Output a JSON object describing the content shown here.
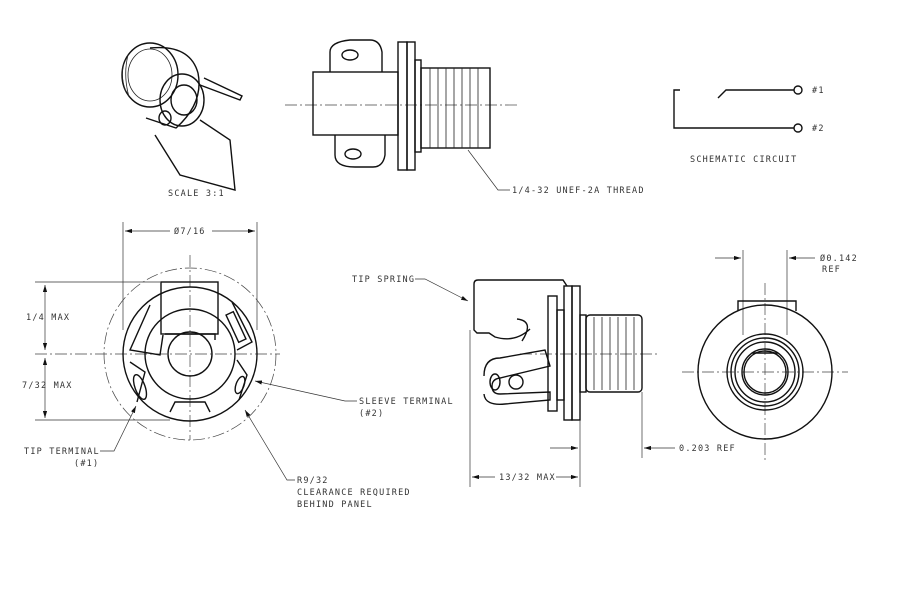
{
  "labels": {
    "scale": "SCALE  3:1",
    "thread": "1/4-32 UNEF-2A THREAD",
    "schematic": "SCHEMATIC CIRCUIT",
    "pin1": "#1",
    "pin2": "#2",
    "diameter_716": "Ø7/16",
    "max_14": "1/4 MAX",
    "max_732": "7/32 MAX",
    "tip_terminal": "TIP TERMINAL",
    "tip_terminal_num": "(#1)",
    "sleeve_terminal": "SLEEVE TERMINAL",
    "sleeve_terminal_num": "(#2)",
    "r932": "R9/32",
    "clearance1": "CLEARANCE REQUIRED",
    "clearance2": "BEHIND PANEL",
    "tip_spring": "TIP SPRING",
    "max_1332": "13/32 MAX",
    "ref_0203": "0.203 REF",
    "dia_0142": "Ø0.142",
    "ref": "REF"
  }
}
